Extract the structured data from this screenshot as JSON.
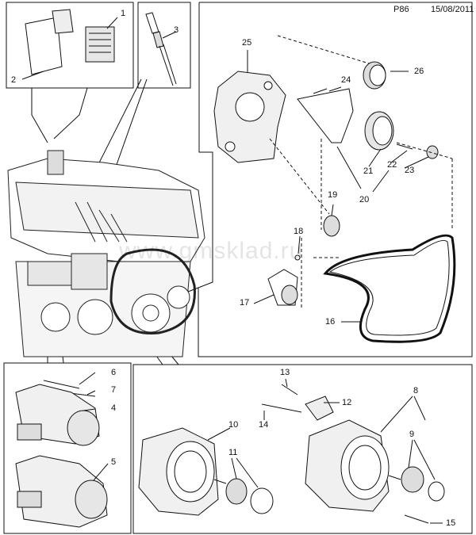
{
  "header": {
    "page_code": "P86",
    "date": "15/08/2011"
  },
  "watermark": "www.gmsklad.ru",
  "part_labels": {
    "p1": "1",
    "p2": "2",
    "p3": "3",
    "p4": "4",
    "p5": "5",
    "p6": "6",
    "p7": "7",
    "p8": "8",
    "p9": "9",
    "p10": "10",
    "p11": "11",
    "p12": "12",
    "p13": "13",
    "p14": "14",
    "p15": "15",
    "p16": "16",
    "p17": "17",
    "p18": "18",
    "p19": "19",
    "p20": "20",
    "p21": "21",
    "p22": "22",
    "p23": "23",
    "p24": "24",
    "p25": "25",
    "p26": "26"
  },
  "colors": {
    "line": "#111111",
    "fill": "#ffffff",
    "shade": "#d9d9d9"
  }
}
